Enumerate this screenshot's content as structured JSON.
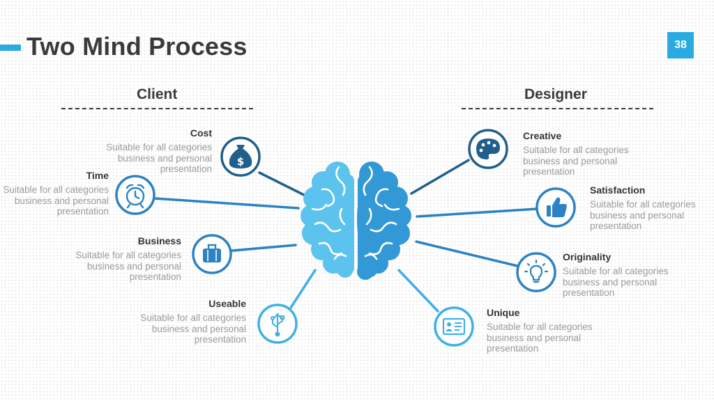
{
  "slide": {
    "title": "Two Mind Process",
    "page_number": "38"
  },
  "left_heading": "Client",
  "right_heading": "Designer",
  "left_items": [
    {
      "title": "Cost",
      "text": "Suitable for all categories business and personal presentation",
      "icon": "money-bag-icon"
    },
    {
      "title": "Time",
      "text": "Suitable for all categories business and personal presentation",
      "icon": "alarm-clock-icon"
    },
    {
      "title": "Business",
      "text": "Suitable for all categories business and personal presentation",
      "icon": "briefcase-icon"
    },
    {
      "title": "Useable",
      "text": "Suitable for all categories business and personal presentation",
      "icon": "usb-icon"
    }
  ],
  "right_items": [
    {
      "title": "Creative",
      "text": "Suitable for all categories business and personal presentation",
      "icon": "palette-icon"
    },
    {
      "title": "Satisfaction",
      "text": "Suitable for all categories business and personal presentation",
      "icon": "thumbs-up-icon"
    },
    {
      "title": "Originality",
      "text": "Suitable for all categories business and personal presentation",
      "icon": "lightbulb-icon"
    },
    {
      "title": "Unique",
      "text": "Suitable for all categories business and personal presentation",
      "icon": "id-card-icon"
    }
  ],
  "colors": {
    "accent": "#29abe2",
    "dark_blue": "#1f5f8b",
    "mid_blue": "#2b82c4",
    "light_blue": "#3fb0e6",
    "brain_left": "#5cc3ee",
    "brain_right": "#3399d6"
  }
}
